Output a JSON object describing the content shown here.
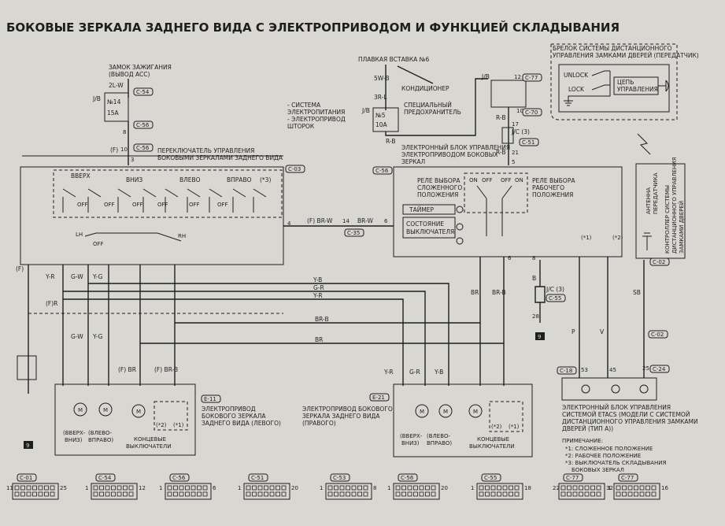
{
  "title": "БОКОВЫЕ ЗЕРКАЛА ЗАДНЕГО ВИДА С ЭЛЕКТРОПРИВОДОМ И ФУНКЦИЕЙ СКЛАДЫВАНИЯ",
  "ignition": {
    "label1": "ЗАМОК ЗАЖИГАНИЯ",
    "label2": "(ВЫВОД ACC)",
    "wire": "2L-W",
    "jb": "J/B",
    "fuse_no": "№14",
    "fuse_amp": "15A",
    "tag1": "C-54",
    "tag2": "C-56"
  },
  "fusible": {
    "label": "ПЛАВКАЯ ВСТАВКА №6",
    "wire1": "5W-B",
    "wire2": "3R-L",
    "jb": "J/B",
    "fuse_no": "№5",
    "fuse_amp": "10A",
    "ac": "КОНДИЦИОНЕР",
    "special1": "СПЕЦИАЛЬНЫЙ",
    "special2": "ПРЕДОХРАНИТЕЛЬ",
    "sys1": "- СИСТЕМА",
    "sys2": "ЭЛЕКТРОПИТАНИЯ",
    "sys3": "- ЭЛЕКТРОПРИВОД",
    "sys4": "ШТОРОК",
    "rb": "R-B"
  },
  "top_jb": {
    "jb": "J/B",
    "tag1": "C-77",
    "tag2": "C-70",
    "jc": "J/C (3)",
    "tag3": "C-51",
    "rb1": "R-B",
    "rb2": "R-B",
    "p12": "12",
    "p10": "10",
    "p17": "17",
    "p21": "21",
    "p5": "5",
    "p6": "6",
    "p8": "8"
  },
  "keyfob": {
    "label1": "БРЕЛОК СИСТЕМЫ ДИСТАНЦИОННОГО",
    "label2": "УПРАВЛЕНИЯ ЗАМКАМИ ДВЕРЕЙ (ПЕРЕДАТЧИК)",
    "unlock": "UNLOCK",
    "lock": "LOCK",
    "circuit1": "ЦЕПЬ",
    "circuit2": "УПРАВЛЕНИЯ"
  },
  "switch": {
    "label1": "ПЕРЕКЛЮЧАТЕЛЬ УПРАВЛЕНИЯ",
    "label2": "БОКОВЫМИ ЗЕРКАЛАМИ ЗАДНЕГО ВИДА",
    "tag": "C-03",
    "up": "ВВЕРХ",
    "down": "ВНИЗ",
    "left": "ВЛЕВО",
    "right": "ВПРАВО",
    "note": "(*3)",
    "lh": "LH",
    "rh": "RH",
    "off": "OFF",
    "wire_f": "(F)",
    "p10": "10",
    "p3": "3",
    "tag_c": "C-56"
  },
  "ecu": {
    "label1": "ЭЛЕКТРОННЫЙ БЛОК УПРАВЛЕНИЯ",
    "label2": "ЭЛЕКТРОПРИВОДОМ БОКОВЫХ",
    "label3": "ЗЕРКАЛ",
    "tag": "C-56",
    "relay_fold1": "РЕЛЕ ВЫБОРА",
    "relay_fold2": "СЛОЖЕННОГО",
    "relay_fold3": "ПОЛОЖЕНИЯ",
    "relay_work1": "РЕЛЕ ВЫБОРА",
    "relay_work2": "РАБОЧЕГО",
    "relay_work3": "ПОЛОЖЕНИЯ",
    "timer": "ТАЙМЕР",
    "state1": "СОСТОЯНИЕ",
    "state2": "ВЫКЛЮЧАТЕЛЯ",
    "on": "ON",
    "off": "OFF",
    "note1": "(*1)",
    "note2": "(*2)"
  },
  "signal_wire": {
    "wire1": "(F) BR-W",
    "pin14": "14",
    "wire2": "BR-W",
    "pin6": "6",
    "tag": "C-35",
    "pin4": "4"
  },
  "wires": {
    "yr": "Y-R",
    "gw": "G-W",
    "yg": "Y-G",
    "yb": "Y-B",
    "gr": "G-R",
    "br": "BR",
    "brb": "BR-B",
    "b": "B",
    "p": "P",
    "v": "V",
    "sb": "SB",
    "f": "(F)",
    "fr": "(F)R",
    "fbr": "(F) BR",
    "fbrb": "(F) BR-B"
  },
  "left_mirror": {
    "label1": "ЭЛЕКТРОПРИВОД",
    "label2": "БОКОВОГО ЗЕРКАЛА",
    "label3": "ЗАДНЕГО ВИДА (ЛЕВОГО)",
    "tag": "E-11",
    "m1a": "(ВВЕРХ-",
    "m1b": "ВНИЗ)",
    "m2a": "(ВЛЕВО-",
    "m2b": "ВПРАВО)",
    "ends1": "КОНЦЕВЫЕ",
    "ends2": "ВЫКЛЮЧАТЕЛИ",
    "n1": "(*1)",
    "n2": "(*2)"
  },
  "right_mirror": {
    "label1": "ЭЛЕКТРОПРИВОД БОКОВОГО",
    "label2": "ЗЕРКАЛА ЗАДНЕГО ВИДА",
    "label3": "(ПРАВОГО)",
    "tag": "E-21",
    "m1a": "(ВВЕРХ-",
    "m1b": "ВНИЗ)",
    "m2a": "(ВЛЕВО-",
    "m2b": "ВПРАВО)",
    "ends1": "КОНЦЕВЫЕ",
    "ends2": "ВЫКЛЮЧАТЕЛИ",
    "n1": "(*1)",
    "n2": "(*2)"
  },
  "ground": {
    "jc": "J/C (3)",
    "tag": "C-55",
    "p28": "28",
    "g": "9",
    "gl": "9"
  },
  "etacs": {
    "label1": "ЭЛЕКТРОННЫЙ БЛОК УПРАВЛЕНИЯ",
    "label2": "СИСТЕМОЙ ETACS (МОДЕЛИ С СИСТЕМОЙ",
    "label3": "ДИСТАНЦИОННОГО УПРАВЛЕНИЯ ЗАМКАМИ",
    "label4": "ДВЕРЕЙ (ТИП A))",
    "tag1": "C-18",
    "tag2": "C-24",
    "p53": "53",
    "p45": "45",
    "p25": "25"
  },
  "antenna": {
    "label1": "АНТЕННА",
    "label2": "ПЕРЕДАТЧИКА",
    "ctrl1": "КОНТРОЛЛЕР СИСТЕМЫ",
    "ctrl2": "ДИСТАНЦИОННОГО УПРАВЛЕНИЯ",
    "ctrl3": "ЗАМКАМИ ДВЕРЕЙ",
    "tag1": "C-02",
    "tag2": "C-02"
  },
  "notes": {
    "title": "ПРИМЕЧАНИЕ:",
    "n1": "*1: СЛОЖЕННОЕ ПОЛОЖЕНИЕ",
    "n2": "*2: РАБОЧЕЕ ПОЛОЖЕНИЕ",
    "n3": "*3: ВЫКЛЮЧАТЕЛЬ СКЛАДЫВАНИЯ",
    "n4": "БОКОВЫХ ЗЕРКАЛ"
  },
  "connectors": [
    {
      "tag": "C-01",
      "l": "11",
      "r": "25"
    },
    {
      "tag": "C-54",
      "l": "1",
      "r": "12"
    },
    {
      "tag": "C-56",
      "l": "1",
      "r": "6"
    },
    {
      "tag": "C-51",
      "l": "1",
      "r": "20"
    },
    {
      "tag": "C-53",
      "l": "1",
      "r": "8"
    },
    {
      "tag": "C-56",
      "l": "1",
      "r": "20"
    },
    {
      "tag": "C-55",
      "l": "1",
      "r": "18"
    },
    {
      "tag": "C-77",
      "l": "22",
      "r": "32"
    },
    {
      "tag": "C-77",
      "l": "1",
      "r": "16"
    }
  ]
}
